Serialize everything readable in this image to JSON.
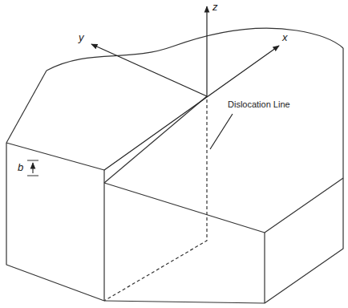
{
  "diagram": {
    "labels": [
      "z",
      "y",
      "x",
      "b",
      "Dislocation Line"
    ]
  }
}
